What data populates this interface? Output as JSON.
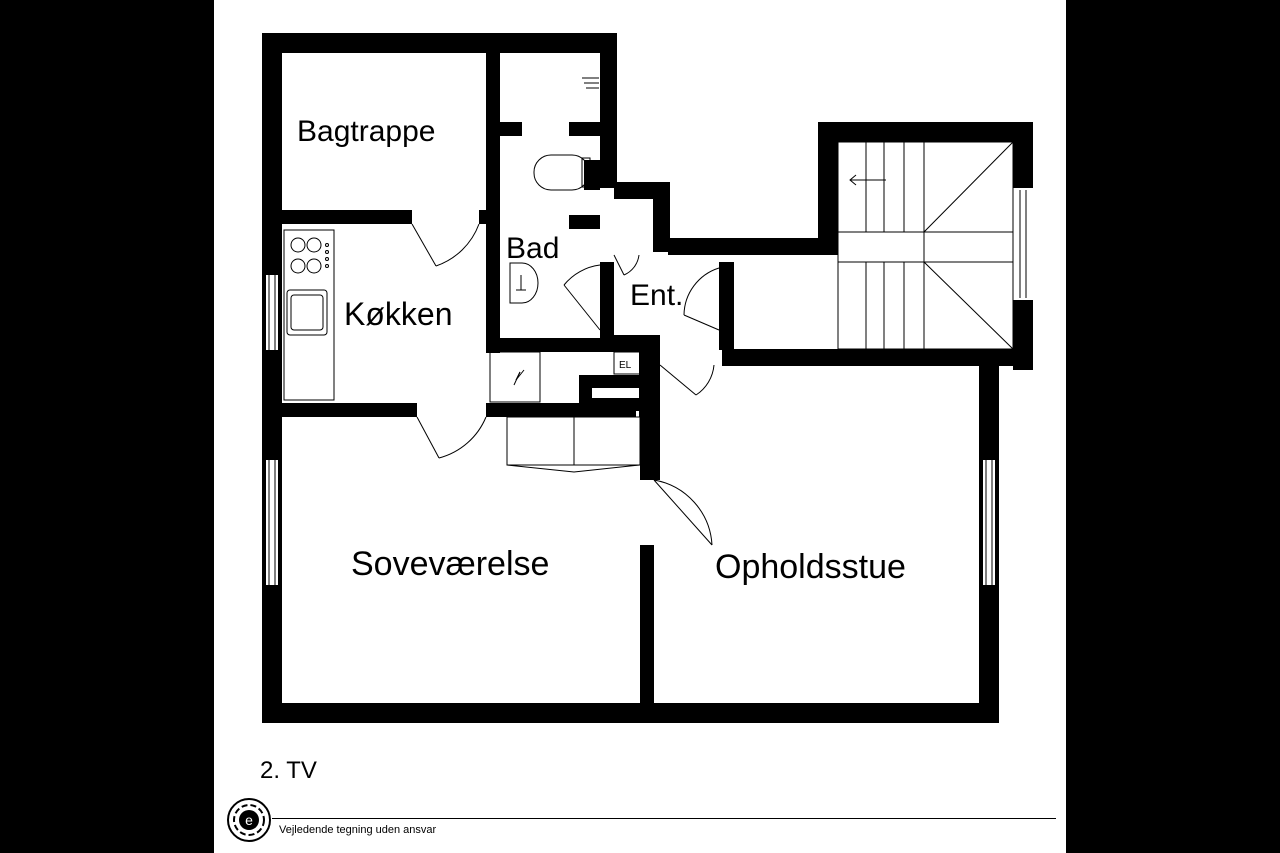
{
  "rooms": {
    "bagtrappe": "Bagtrappe",
    "bad": "Bad",
    "koekken": "Køkken",
    "ent": "Ent.",
    "el": "EL",
    "sovevaerelse": "Soveværelse",
    "opholdsstue": "Opholdsstue"
  },
  "floor_label": "2. TV",
  "footer": {
    "disclaimer": "Vejledende tegning uden ansvar",
    "logo_letter": "e"
  },
  "colors": {
    "wall": "#000000",
    "background": "#ffffff",
    "side_bars": "#000000"
  }
}
